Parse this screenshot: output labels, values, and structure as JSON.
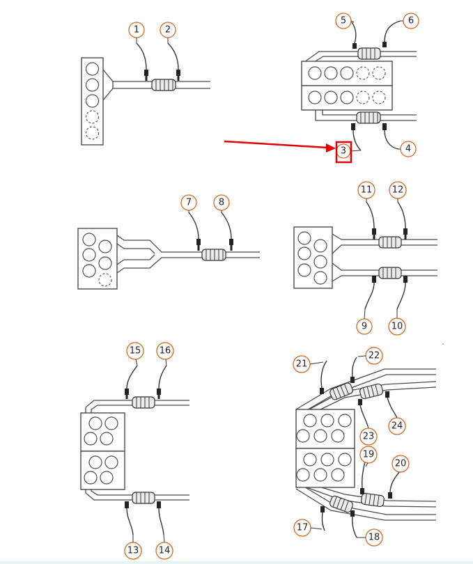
{
  "labels": [
    "1",
    "2",
    "3",
    "4",
    "5",
    "6",
    "7",
    "8",
    "9",
    "10",
    "11",
    "12",
    "13",
    "14",
    "15",
    "16",
    "17",
    "18",
    "19",
    "20",
    "21",
    "22",
    "23",
    "24"
  ],
  "highlight": {
    "color": "#e00000",
    "target_label": "3"
  },
  "colors": {
    "callout": "#d2691e",
    "line": "#4a4a4a",
    "highlight": "#e00000",
    "footer": "#e6f4f4"
  }
}
